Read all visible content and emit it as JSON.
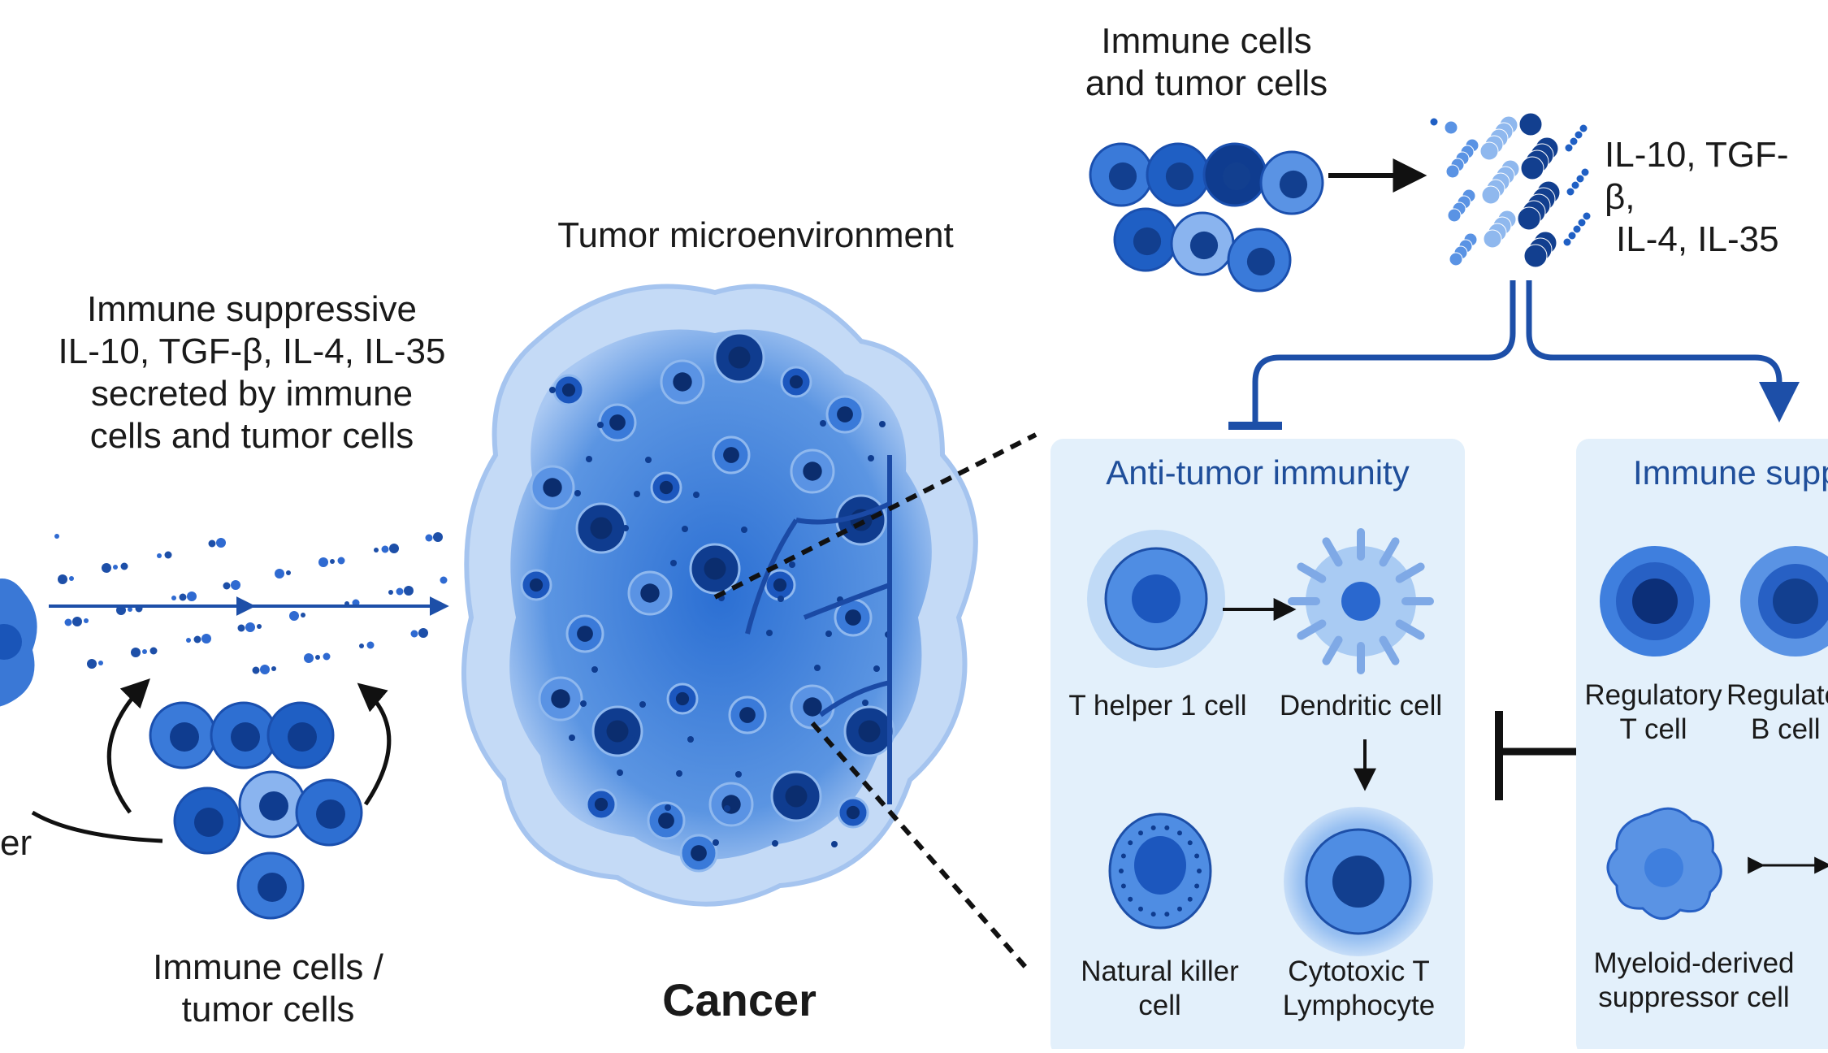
{
  "left": {
    "suppressive_text": [
      "Immune suppressive",
      "IL-10, TGF-β, IL-4, IL-35",
      "secreted by immune",
      "cells and tumor cells"
    ],
    "partial_left_label": "er",
    "source_label": [
      "Immune cells /",
      "tumor cells"
    ]
  },
  "center": {
    "title": "Tumor microenvironment",
    "label": "Cancer"
  },
  "top_right": {
    "source_label": [
      "Immune cells",
      "and tumor cells"
    ],
    "cytokines": [
      "IL-10, TGF-β,",
      "IL-4, IL-35"
    ]
  },
  "anti_tumor_panel": {
    "title": "Anti-tumor immunity",
    "cells": {
      "th1": "T helper 1 cell",
      "dendritic": "Dendritic cell",
      "nk": [
        "Natural killer",
        "cell"
      ],
      "ctl": [
        "Cytotoxic T",
        "Lymphocyte"
      ]
    }
  },
  "suppression_panel": {
    "title": "Immune supp",
    "cells": {
      "treg": [
        "Regulatory",
        "T cell"
      ],
      "breg": [
        "Regulato",
        "B cell"
      ],
      "mdsc": [
        "Myeloid-derived",
        "suppressor cell"
      ]
    }
  },
  "colors": {
    "primary_blue": "#1f5fc4",
    "dark_blue": "#123f8f",
    "light_blue": "#8fb8ee",
    "panel_bg": "#e3f0fb",
    "arrow_black": "#111111"
  }
}
